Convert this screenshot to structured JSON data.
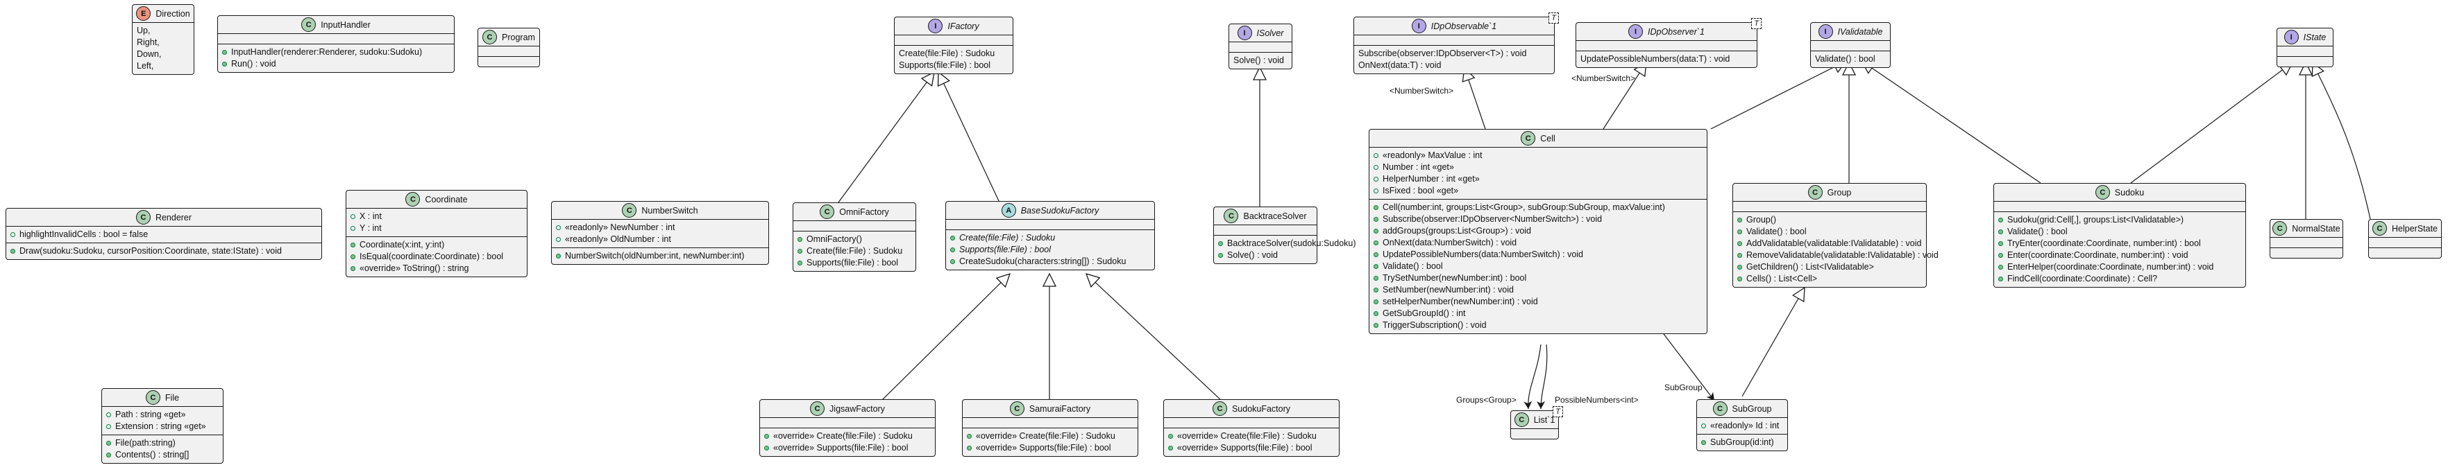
{
  "classes": {
    "direction": {
      "name": "Direction",
      "badge": "E",
      "members": [
        "Up,",
        "Right,",
        "Down,",
        "Left,"
      ]
    },
    "inputhandler": {
      "name": "InputHandler",
      "badge": "C",
      "members": [
        "InputHandler(renderer:Renderer, sudoku:Sudoku)",
        "Run() : void"
      ]
    },
    "program": {
      "name": "Program",
      "badge": "C"
    },
    "ifactory": {
      "name": "IFactory",
      "badge": "I",
      "members": [
        "Create(file:File) : Sudoku",
        "Supports(file:File) : bool"
      ]
    },
    "isolver": {
      "name": "ISolver",
      "badge": "I",
      "members": [
        "Solve() : void"
      ]
    },
    "idpobservable": {
      "name": "IDpObservable`1",
      "badge": "I",
      "tparam": "T",
      "members": [
        "Subscribe(observer:IDpObserver<T>) : void",
        "OnNext(data:T) : void"
      ]
    },
    "idpobserver": {
      "name": "IDpObserver`1",
      "badge": "I",
      "tparam": "T",
      "members": [
        "UpdatePossibleNumbers(data:T) : void"
      ]
    },
    "ivalidatable": {
      "name": "IValidatable",
      "badge": "I",
      "members": [
        "Validate() : bool"
      ]
    },
    "istate": {
      "name": "IState",
      "badge": "I"
    },
    "renderer": {
      "name": "Renderer",
      "badge": "C",
      "fields": [
        "highlightInvalidCells : bool = false"
      ],
      "methods": [
        "Draw(sudoku:Sudoku, cursorPosition:Coordinate, state:IState) : void"
      ]
    },
    "coordinate": {
      "name": "Coordinate",
      "badge": "C",
      "fields": [
        "X : int",
        "Y : int"
      ],
      "methods": [
        "Coordinate(x:int, y:int)",
        "IsEqual(coordinate:Coordinate) : bool",
        "«override» ToString() : string"
      ]
    },
    "numberswitch": {
      "name": "NumberSwitch",
      "badge": "C",
      "fields": [
        "«readonly» NewNumber : int",
        "«readonly» OldNumber : int"
      ],
      "methods": [
        "NumberSwitch(oldNumber:int, newNumber:int)"
      ]
    },
    "omnifactory": {
      "name": "OmniFactory",
      "badge": "C",
      "methods": [
        "OmniFactory()",
        "Create(file:File) : Sudoku",
        "Supports(file:File) : bool"
      ]
    },
    "basesudokufactory": {
      "name": "BaseSudokuFactory",
      "badge": "A",
      "methods": [
        "Create(file:File) : Sudoku",
        "Supports(file:File) : bool",
        "CreateSudoku(characters:string[]) : Sudoku"
      ]
    },
    "backtracesolver": {
      "name": "BacktraceSolver",
      "badge": "C",
      "methods": [
        "BacktraceSolver(sudoku:Sudoku)",
        "Solve() : void"
      ]
    },
    "cell": {
      "name": "Cell",
      "badge": "C",
      "fields": [
        "«readonly» MaxValue : int",
        "Number : int «get»",
        "HelperNumber : int «get»",
        "IsFixed : bool «get»"
      ],
      "methods": [
        "Cell(number:int, groups:List<Group>, subGroup:SubGroup, maxValue:int)",
        "Subscribe(observer:IDpObserver<NumberSwitch>) : void",
        "addGroups(groups:List<Group>) : void",
        "OnNext(data:NumberSwitch) : void",
        "UpdatePossibleNumbers(data:NumberSwitch) : void",
        "Validate() : bool",
        "TrySetNumber(newNumber:int) : bool",
        "SetNumber(newNumber:int) : void",
        "setHelperNumber(newNumber:int) : void",
        "GetSubGroupId() : int",
        "TriggerSubscription() : void"
      ]
    },
    "group": {
      "name": "Group",
      "badge": "C",
      "methods": [
        "Group()",
        "Validate() : bool",
        "AddValidatable(validatable:IValidatable) : void",
        "RemoveValidatable(validatable:IValidatable) : void",
        "GetChildren() : List<IValidatable>",
        "Cells() : List<Cell>"
      ]
    },
    "sudoku": {
      "name": "Sudoku",
      "badge": "C",
      "methods": [
        "Sudoku(grid:Cell[,], groups:List<IValidatable>)",
        "Validate() : bool",
        "TryEnter(coordinate:Coordinate, number:int) : bool",
        "Enter(coordinate:Coordinate, number:int) : void",
        "EnterHelper(coordinate:Coordinate, number:int) : void",
        "FindCell(coordinate:Coordinate) : Cell?"
      ]
    },
    "normalstate": {
      "name": "NormalState",
      "badge": "C"
    },
    "helperstate": {
      "name": "HelperState",
      "badge": "C"
    },
    "file": {
      "name": "File",
      "badge": "C",
      "fields": [
        "Path : string «get»",
        "Extension : string «get»"
      ],
      "methods": [
        "File(path:string)",
        "Contents() : string[]"
      ]
    },
    "jigsawfactory": {
      "name": "JigsawFactory",
      "badge": "C",
      "methods": [
        "«override» Create(file:File) : Sudoku",
        "«override» Supports(file:File) : bool"
      ]
    },
    "samuraifactory": {
      "name": "SamuraiFactory",
      "badge": "C",
      "methods": [
        "«override» Create(file:File) : Sudoku",
        "«override» Supports(file:File) : bool"
      ]
    },
    "sudokufactory": {
      "name": "SudokuFactory",
      "badge": "C",
      "methods": [
        "«override» Create(file:File) : Sudoku",
        "«override» Supports(file:File) : bool"
      ]
    },
    "list": {
      "name": "List`1",
      "badge": "C",
      "tparam": "T"
    },
    "subgroup": {
      "name": "SubGroup",
      "badge": "C",
      "fields": [
        "«readonly» Id : int"
      ],
      "methods": [
        "SubGroup(id:int)"
      ]
    }
  },
  "edge_labels": {
    "numberswitch_1": "<NumberSwitch>",
    "numberswitch_2": "<NumberSwitch>",
    "groups": "Groups<Group>",
    "possible": "PossibleNumbers<int>",
    "subgroup": "SubGroup"
  }
}
